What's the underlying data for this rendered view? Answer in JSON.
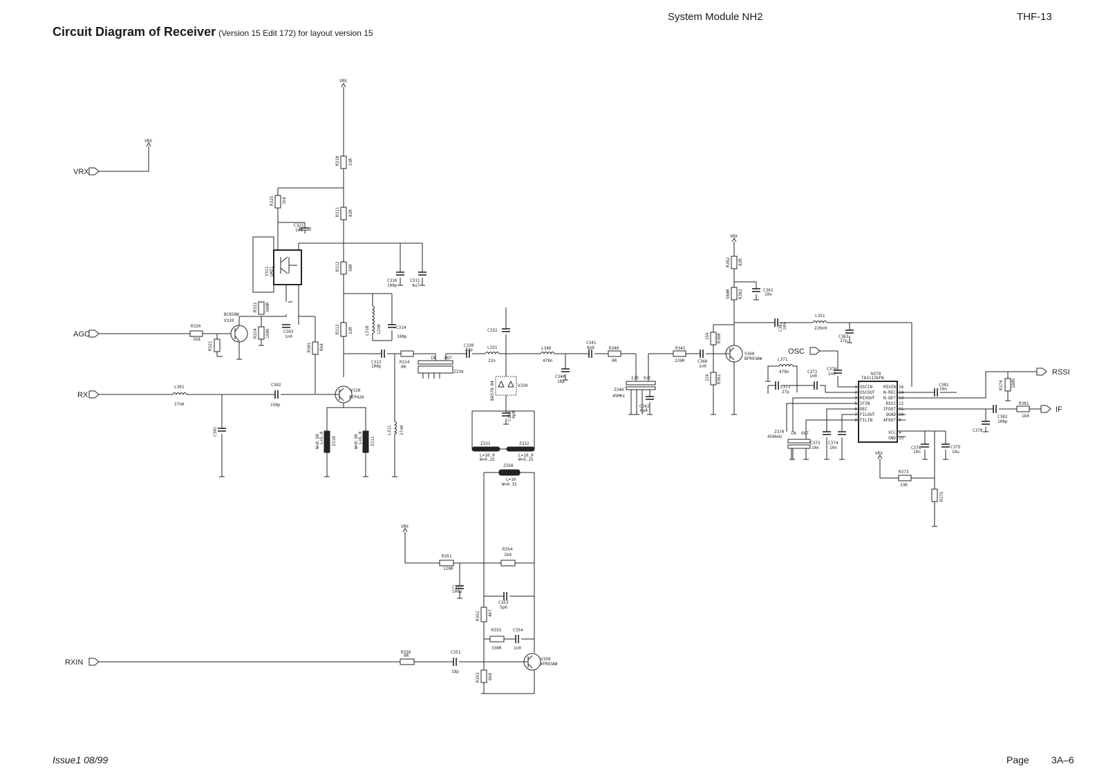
{
  "header": {
    "title": "Circuit Diagram of Receiver",
    "subtitle": "(Version 15  Edit 172) for layout version 15",
    "module": "System Module NH2",
    "doc_code": "THF-13"
  },
  "footer": {
    "issue": "Issue1 08/99",
    "page_label": "Page",
    "page_number": "3A–6"
  },
  "ports": {
    "vrx_in": "VRX",
    "agc": "AGC",
    "rx": "RX",
    "rxin": "RXIN",
    "osc": "OSC",
    "rssi": "RSSI",
    "if": "IF"
  },
  "power_labels": {
    "vrx_top": "VRX",
    "vrx_left": "VRX",
    "vrx_mid": "VRX",
    "vrx_right": "VRX",
    "vrx_bottom": "VRX"
  },
  "components": {
    "r310": "R310",
    "r310_v": "33R",
    "r311": "R311",
    "r311_v": "82R",
    "r312": "R312",
    "r312_v": "56R",
    "r313": "R313",
    "r313_v": "33R",
    "r325": "R325",
    "r325_v": "1k8",
    "c321": "C321",
    "c321_v": "1n0",
    "v321": "V321",
    "v321_v": "UMZ1",
    "r322": "R322",
    "r322_v": "560R",
    "r324": "R324",
    "r324_v": "150k",
    "c303": "C303",
    "c303_v": "1n0",
    "r301": "R301",
    "r301_v": "6k8",
    "c310": "C310",
    "c310_v": "100p",
    "c311": "C311",
    "c311_v": "4u7",
    "l310": "L310",
    "l310_v": "12nH",
    "c314": "C314",
    "c314_v": "100p",
    "v320_type": "BC858W",
    "v320": "V320",
    "r320": "R320",
    "r320_v": "1k8",
    "r321": "R321",
    "l301": "L301",
    "l301_v": "27nH",
    "c302": "C302",
    "c302_v": "150p",
    "c301": "C301",
    "v310": "V310",
    "v310_v": "BFP420",
    "z310": "Z310",
    "z310_v1": "W=0.50",
    "z310_v2": "L=5.0",
    "z311": "Z311",
    "z311_v1": "W=0.50",
    "z311_v2": "L=6.0",
    "c312": "C312",
    "c312_v": "100p",
    "r314": "R314",
    "r314_v": "0R",
    "l311": "L311",
    "l311_v": "27nH",
    "z330": "Z330",
    "z330_in": "IN",
    "z330_out": "OUT",
    "c330": "C330",
    "c330_v": "33p",
    "l331": "L331",
    "l331_v": "22n",
    "c332": "C332",
    "v330": "V330",
    "v330_type": "BAS70-04",
    "c333": "C333",
    "c333_v": "4p0",
    "z331": "Z331",
    "z331_v1": "L=10.9",
    "z331_v2": "W=0.25",
    "z332": "Z332",
    "z332_v1": "L=10.9",
    "z332_v2": "W=0.25",
    "z350": "Z350",
    "z350_v1": "L=10",
    "z350_v2": "W=0.15",
    "l340": "L340",
    "l340_v": "470n",
    "c340": "C340",
    "c340_v": "18p",
    "c341": "C341",
    "c341_v": "6p8",
    "r340": "R340",
    "r340_v": "0R",
    "z340": "Z340",
    "z340_v": "45MHz",
    "z340_in": "I/O",
    "z340_out": "O/C",
    "c342": "C342",
    "c342_v": "6p8",
    "r341": "R341",
    "r341_v": "220R",
    "c360": "C360",
    "c360_v": "1n0",
    "r360": "R360",
    "r360_v": "15k",
    "r361": "R361",
    "r361_v": "22k",
    "v360": "V360",
    "v360_v": "BFR93AW",
    "r362": "R362",
    "r362_v": "82R",
    "r363": "R363",
    "r363_v": "560R",
    "c361": "C361",
    "c361_v": "10n",
    "c362": "C362",
    "c362_v": "10n",
    "l351": "L351",
    "l351_v": "220nH",
    "c363": "C363",
    "c363_v": "27p",
    "c370": "C370",
    "c370_v": "1n0",
    "l371": "L371",
    "l371_v": "470n",
    "c371": "C371",
    "c371_v": "1n0",
    "c372": "C372",
    "c372_v": "27p",
    "z370": "Z370",
    "z370_v": "450kHz",
    "z370_in": "IN",
    "z370_out": "OUT",
    "c373": "C373",
    "c373_v": "10n",
    "c374": "C374",
    "c374_v": "10n",
    "n370": "N370",
    "n370_v": "TA31136FN",
    "c381": "C381",
    "c381_v": "10n",
    "r374": "R374",
    "r374_v": "180k",
    "c376": "C376",
    "c376_v": "10n",
    "c375": "C375",
    "c375_v": "10u",
    "c378": "C378",
    "c382": "C382",
    "c382_v": "100p",
    "r381": "R381",
    "r381_v": "1k0",
    "r373": "R373",
    "r373_v": "33R",
    "r375": "R375",
    "r351": "R351",
    "r351_v": "120R",
    "r354": "R354",
    "r354_v": "1k0",
    "c352": "C352",
    "c352_v": "100p",
    "c353": "C353",
    "c353_v": "5p6",
    "r352": "R352",
    "r352_v": "4k7",
    "r355": "R355",
    "r355_v": "330R",
    "c354": "C354",
    "c354_v": "1n0",
    "r356": "R356",
    "r356_v": "0R",
    "c351": "C351",
    "c351_v": "18p",
    "r353": "R353",
    "r353_v": "6k8",
    "v350": "V350",
    "v350_v": "BFR93AW"
  },
  "ic_pins": {
    "left": [
      {
        "num": "1",
        "name": "OSCIN"
      },
      {
        "num": "2",
        "name": "OSCOUT"
      },
      {
        "num": "3",
        "name": "MIXOUT"
      },
      {
        "num": "5",
        "name": "IFIN"
      },
      {
        "num": "6",
        "name": "DEC"
      },
      {
        "num": "7",
        "name": "FILOUT"
      },
      {
        "num": "8",
        "name": "FILIN"
      }
    ],
    "right": [
      {
        "num": "16",
        "name": "MIXIN"
      },
      {
        "num": "14",
        "name": "N-REC"
      },
      {
        "num": "13",
        "name": "N-DET"
      },
      {
        "num": "12",
        "name": "RSSI"
      },
      {
        "num": "11",
        "name": "IFOUT"
      },
      {
        "num": "10",
        "name": "QUAD"
      },
      {
        "num": "9",
        "name": "AFOUT"
      }
    ],
    "bottom": [
      {
        "num": "4",
        "name": "VCC"
      },
      {
        "num": "15",
        "name": "GND"
      }
    ]
  },
  "colors": {
    "ink": "#222222",
    "paper": "#ffffff"
  }
}
